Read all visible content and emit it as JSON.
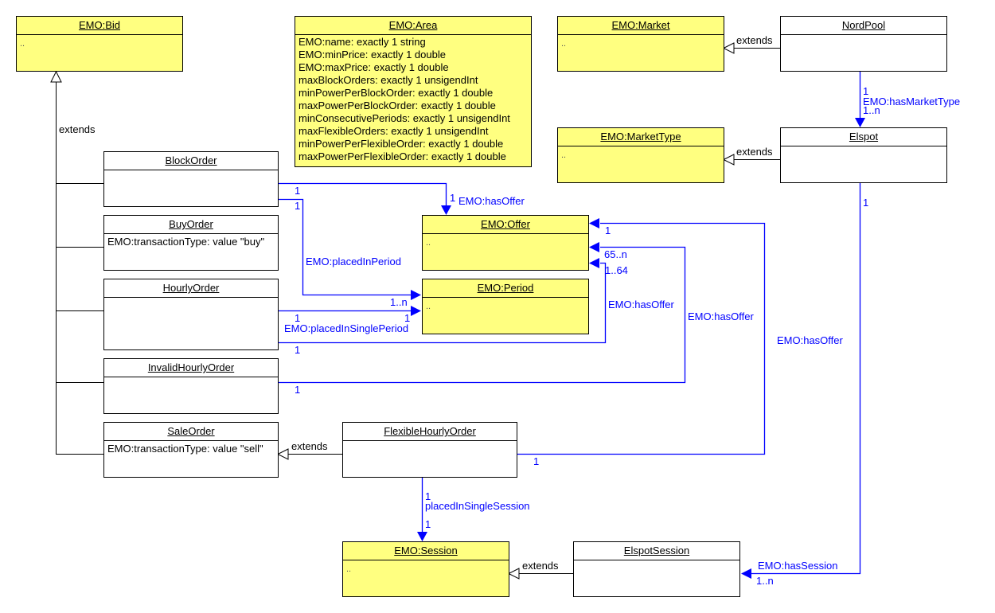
{
  "diagram": {
    "colors": {
      "ontology_class_fill": "#ffff80",
      "class_fill": "#ffffff",
      "association": "#0000ff",
      "inheritance": "#000000"
    },
    "classes": {
      "bid": {
        "name": "EMO:Bid",
        "attributes": [
          ".."
        ]
      },
      "area": {
        "name": "EMO:Area",
        "attributes": [
          "EMO:name: exactly 1 string",
          "EMO:minPrice: exactly 1 double",
          "EMO:maxPrice: exactly 1 double",
          "maxBlockOrders: exactly 1 unsigendInt",
          "minPowerPerBlockOrder: exactly 1 double",
          "maxPowerPerBlockOrder: exactly 1 double",
          "minConsecutivePeriods: exactly 1 unsigendInt",
          "maxFlexibleOrders: exactly 1 unsigendInt",
          "minPowerPerFlexibleOrder: exactly 1 double",
          "maxPowerPerFlexibleOrder: exactly 1 double"
        ]
      },
      "market": {
        "name": "EMO:Market",
        "attributes": [
          ".."
        ]
      },
      "nordpool": {
        "name": "NordPool",
        "attributes": []
      },
      "markettype": {
        "name": "EMO:MarketType",
        "attributes": [
          ".."
        ]
      },
      "elspot": {
        "name": "Elspot",
        "attributes": []
      },
      "blockorder": {
        "name": "BlockOrder",
        "attributes": []
      },
      "buyorder": {
        "name": "BuyOrder",
        "attributes": [
          "EMO:transactionType: value \"buy\""
        ]
      },
      "hourlyorder": {
        "name": "HourlyOrder",
        "attributes": []
      },
      "invalidhourlyorder": {
        "name": "InvalidHourlyOrder",
        "attributes": []
      },
      "saleorder": {
        "name": "SaleOrder",
        "attributes": [
          "EMO:transactionType: value \"sell\""
        ]
      },
      "offer": {
        "name": "EMO:Offer",
        "attributes": [
          ".."
        ]
      },
      "period": {
        "name": "EMO:Period",
        "attributes": [
          ".."
        ]
      },
      "flexiblehourlyorder": {
        "name": "FlexibleHourlyOrder",
        "attributes": []
      },
      "session": {
        "name": "EMO:Session",
        "attributes": [
          ".."
        ]
      },
      "elspotsession": {
        "name": "ElspotSession",
        "attributes": []
      }
    },
    "labels": {
      "extends": "extends",
      "hasOffer": "EMO:hasOffer",
      "placedInPeriod": "EMO:placedInPeriod",
      "placedInSinglePeriod": "EMO:placedInSinglePeriod",
      "hasMarketType": "EMO:hasMarketType",
      "placedInSingleSession": "placedInSingleSession",
      "hasSession": "EMO:hasSession",
      "one": "1",
      "one_n": "1..n",
      "sixtyfive_n": "65..n",
      "one_64": "1..64"
    },
    "relations": [
      {
        "type": "inheritance",
        "from": "BlockOrder",
        "to": "EMO:Bid",
        "label": "extends"
      },
      {
        "type": "inheritance",
        "from": "BuyOrder",
        "to": "EMO:Bid"
      },
      {
        "type": "inheritance",
        "from": "HourlyOrder",
        "to": "EMO:Bid"
      },
      {
        "type": "inheritance",
        "from": "InvalidHourlyOrder",
        "to": "EMO:Bid"
      },
      {
        "type": "inheritance",
        "from": "SaleOrder",
        "to": "EMO:Bid"
      },
      {
        "type": "inheritance",
        "from": "NordPool",
        "to": "EMO:Market",
        "label": "extends"
      },
      {
        "type": "inheritance",
        "from": "Elspot",
        "to": "EMO:MarketType",
        "label": "extends"
      },
      {
        "type": "inheritance",
        "from": "FlexibleHourlyOrder",
        "to": "SaleOrder",
        "label": "extends"
      },
      {
        "type": "inheritance",
        "from": "ElspotSession",
        "to": "EMO:Session",
        "label": "extends"
      },
      {
        "type": "association",
        "from": "NordPool",
        "to": "Elspot",
        "label": "EMO:hasMarketType",
        "source_mult": "1",
        "target_mult": "1..n"
      },
      {
        "type": "association",
        "from": "BlockOrder",
        "to": "EMO:Offer",
        "label": "EMO:hasOffer",
        "source_mult": "1",
        "target_mult": "1"
      },
      {
        "type": "association",
        "from": "BlockOrder",
        "to": "EMO:Period",
        "label": "EMO:placedInPeriod",
        "source_mult": "1",
        "target_mult": "1..n"
      },
      {
        "type": "association",
        "from": "HourlyOrder",
        "to": "EMO:Period",
        "label": "EMO:placedInSinglePeriod",
        "source_mult": "1",
        "target_mult": "1"
      },
      {
        "type": "association",
        "from": "HourlyOrder",
        "to": "EMO:Offer",
        "label": "EMO:hasOffer",
        "source_mult": "1",
        "target_mult": "1..64"
      },
      {
        "type": "association",
        "from": "InvalidHourlyOrder",
        "to": "EMO:Offer",
        "label": "EMO:hasOffer",
        "source_mult": "1",
        "target_mult": "65..n"
      },
      {
        "type": "association",
        "from": "FlexibleHourlyOrder",
        "to": "EMO:Offer",
        "label": "",
        "source_mult": "1",
        "target_mult": "1"
      },
      {
        "type": "association",
        "from": "FlexibleHourlyOrder",
        "to": "EMO:Session",
        "label": "placedInSingleSession",
        "source_mult": "1",
        "target_mult": "1"
      },
      {
        "type": "association",
        "from": "Elspot",
        "to": "ElspotSession",
        "label": "EMO:hasSession",
        "source_mult": "1",
        "target_mult": "1..n"
      }
    ]
  }
}
